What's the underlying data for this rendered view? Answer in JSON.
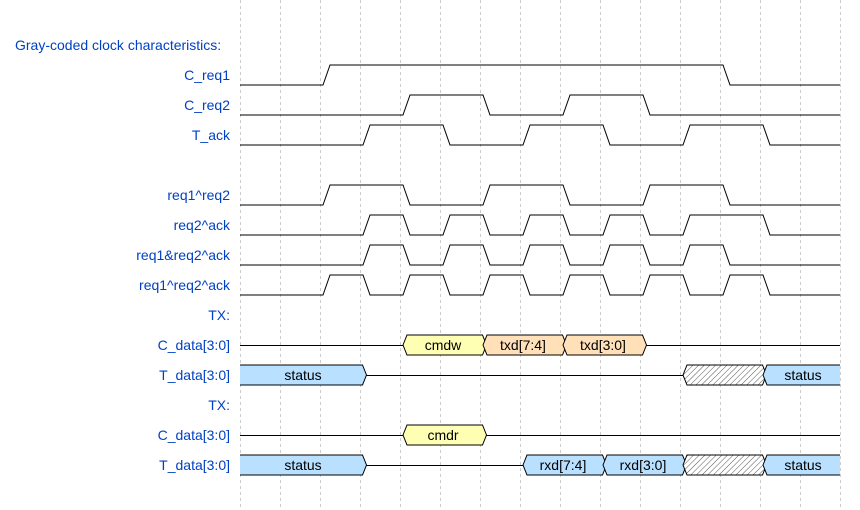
{
  "title": "Gray-coded clock characteristics:",
  "colors": {
    "label": "#0041c4",
    "data_yellow": "#ffffb4",
    "data_orange": "#ffe0b9",
    "data_blue": "#b9e0ff",
    "grid": "#cccccc"
  },
  "period_count": 15,
  "signals": [
    {
      "name": "C_req1",
      "kind": "bit",
      "wave": [
        0,
        0,
        1,
        1,
        1,
        1,
        1,
        1,
        1,
        1,
        1,
        1,
        0,
        0,
        0
      ]
    },
    {
      "name": "C_req2",
      "kind": "bit",
      "wave": [
        0,
        0,
        0,
        0,
        1,
        1,
        0,
        0,
        1,
        1,
        0,
        0,
        0,
        0,
        0
      ]
    },
    {
      "name": "T_ack",
      "kind": "bit",
      "wave": [
        0,
        0,
        0,
        1,
        1,
        0,
        0,
        1,
        1,
        0,
        0,
        1,
        1,
        0,
        0
      ]
    },
    {
      "name": "",
      "kind": "spacer"
    },
    {
      "name": "req1^req2",
      "kind": "bit",
      "wave": [
        0,
        0,
        1,
        1,
        0,
        0,
        1,
        1,
        0,
        0,
        1,
        1,
        0,
        0,
        0
      ]
    },
    {
      "name": "req2^ack",
      "kind": "bit",
      "wave": [
        0,
        0,
        0,
        1,
        0,
        1,
        0,
        1,
        0,
        1,
        0,
        1,
        1,
        0,
        0
      ]
    },
    {
      "name": "req1&req2^ack",
      "kind": "bit",
      "wave": [
        0,
        0,
        0,
        1,
        0,
        1,
        0,
        1,
        0,
        1,
        0,
        1,
        0,
        0,
        0
      ]
    },
    {
      "name": "req1^req2^ack",
      "kind": "bit",
      "wave": [
        0,
        0,
        1,
        0,
        1,
        0,
        1,
        0,
        1,
        0,
        1,
        0,
        1,
        0,
        0
      ]
    },
    {
      "name": "TX:",
      "kind": "spacer"
    },
    {
      "name": "C_data[3:0]",
      "kind": "data",
      "segments": [
        {
          "type": "z",
          "start": 0,
          "len": 4
        },
        {
          "type": "data",
          "color": "yellow",
          "label": "cmdw",
          "start": 4,
          "len": 2
        },
        {
          "type": "data",
          "color": "orange",
          "label": "txd[7:4]",
          "start": 6,
          "len": 2
        },
        {
          "type": "data",
          "color": "orange",
          "label": "txd[3:0]",
          "start": 8,
          "len": 2
        },
        {
          "type": "z",
          "start": 10,
          "len": 5
        }
      ]
    },
    {
      "name": "T_data[3:0]",
      "kind": "data",
      "segments": [
        {
          "type": "data",
          "color": "blue",
          "label": "status",
          "start": 0,
          "len": 3
        },
        {
          "type": "z",
          "start": 3,
          "len": 8
        },
        {
          "type": "x",
          "start": 11,
          "len": 2
        },
        {
          "type": "data",
          "color": "blue",
          "label": "status",
          "start": 13,
          "len": 2
        }
      ]
    },
    {
      "name": "TX:",
      "kind": "spacer"
    },
    {
      "name": "C_data[3:0]",
      "kind": "data",
      "segments": [
        {
          "type": "z",
          "start": 0,
          "len": 4
        },
        {
          "type": "data",
          "color": "yellow",
          "label": "cmdr",
          "start": 4,
          "len": 2
        },
        {
          "type": "z",
          "start": 6,
          "len": 9
        }
      ]
    },
    {
      "name": "T_data[3:0]",
      "kind": "data",
      "segments": [
        {
          "type": "data",
          "color": "blue",
          "label": "status",
          "start": 0,
          "len": 3
        },
        {
          "type": "z",
          "start": 3,
          "len": 4
        },
        {
          "type": "data",
          "color": "blue",
          "label": "rxd[7:4]",
          "start": 7,
          "len": 2
        },
        {
          "type": "data",
          "color": "blue",
          "label": "rxd[3:0]",
          "start": 9,
          "len": 2
        },
        {
          "type": "x",
          "start": 11,
          "len": 2
        },
        {
          "type": "data",
          "color": "blue",
          "label": "status",
          "start": 13,
          "len": 2
        }
      ]
    }
  ]
}
